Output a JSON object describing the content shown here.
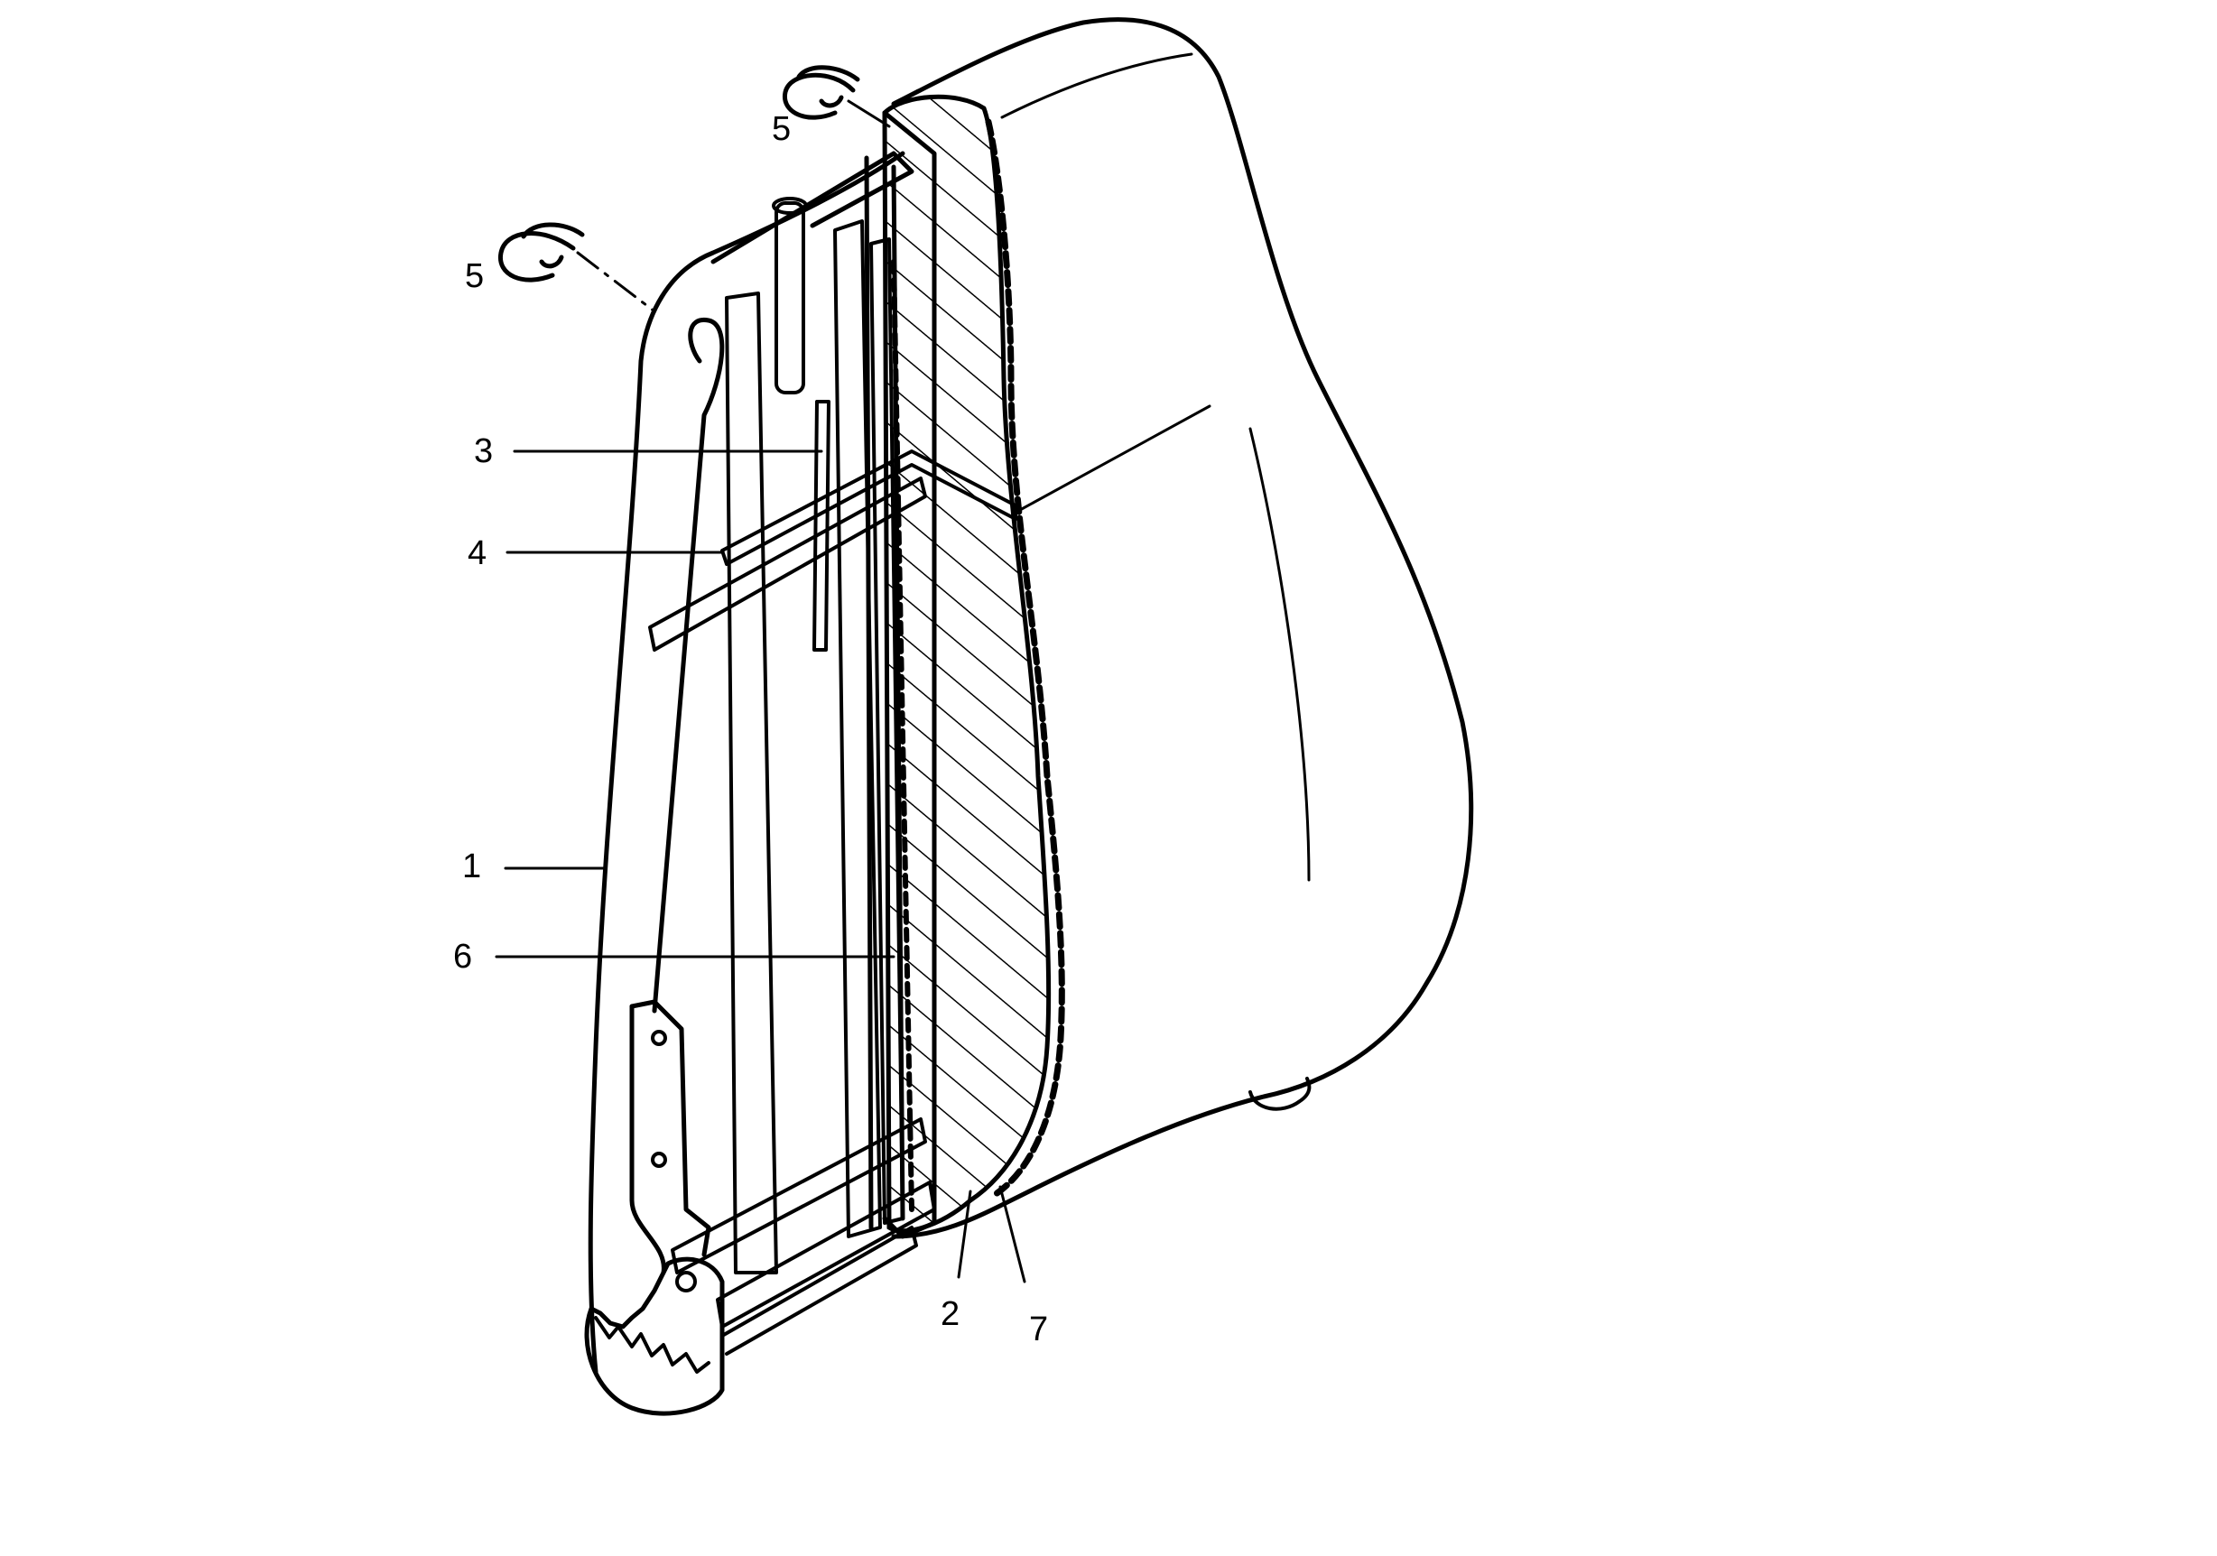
{
  "figure": {
    "labels": {
      "frame": "1",
      "cushion": "2",
      "vertical_rod": "3",
      "cross_bar": "4",
      "clip_left": "5",
      "clip_top": "5",
      "spring_layer": "6",
      "cover": "7"
    },
    "colors": {
      "ink": "#000000",
      "paper": "#ffffff"
    }
  }
}
